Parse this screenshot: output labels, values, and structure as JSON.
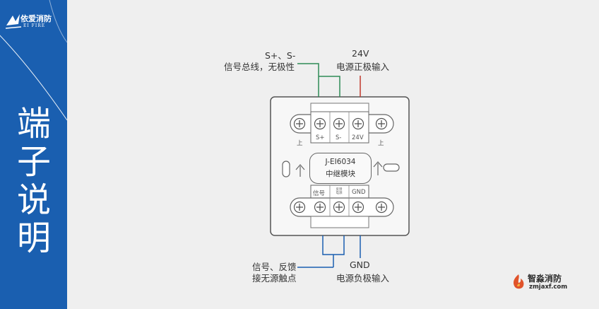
{
  "brand": {
    "name_cn": "依爱消防",
    "name_en": "EI FIRE"
  },
  "sidebar": {
    "title_chars": [
      "端",
      "子",
      "说",
      "明"
    ]
  },
  "labels": {
    "top_left_line1": "S+、S-",
    "top_left_line2": "信号总线，无极性",
    "top_right_line1": "24V",
    "top_right_line2": "电源正极输入",
    "bottom_left_line1": "信号、反馈",
    "bottom_left_line2": "接无源触点",
    "bottom_right_line1": "GND",
    "bottom_right_line2": "电源负极输入"
  },
  "module": {
    "model": "J-EI6034",
    "name": "中继模块"
  },
  "terminals": {
    "top": [
      "S+",
      "S-",
      "24V"
    ],
    "bottom_signal": "信号",
    "bottom_feedback_line1": "反馈",
    "bottom_feedback_line2": "电源",
    "bottom_gnd": "GND",
    "up_mark": "上"
  },
  "watermark": {
    "name_cn": "智淼消防",
    "url": "zmjaxf.com"
  },
  "colors": {
    "sidebar": "#1a5fb0",
    "wire_green": "#2e8b57",
    "wire_red": "#c0392b",
    "wire_blue": "#1a5fb0"
  }
}
